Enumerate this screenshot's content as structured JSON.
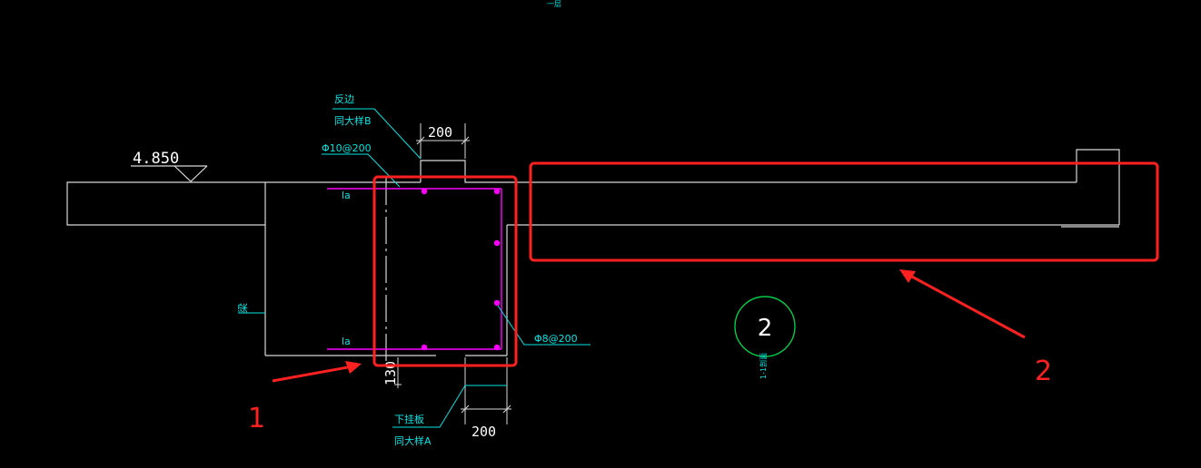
{
  "drawing": {
    "top_note": "一层",
    "elevation": "4.850",
    "dim_top": "200",
    "dim_bottom": "200",
    "dim_side": "130",
    "lap_top": "la",
    "lap_bottom": "la",
    "note_fanbian": "反边",
    "note_tong_b": "同大样B",
    "note_rebar_top": "Φ10@200",
    "note_rebar_right": "Φ8@200",
    "note_beam": "梁",
    "note_xiaguaban": "下挂板",
    "note_tong_a": "同大样A",
    "bubble_number": "2",
    "bubble_sub": "1-1剖面",
    "callout_1": "1",
    "callout_2": "2"
  },
  "colors": {
    "background": "#000000",
    "geometry": "#d8d8d8",
    "annotation": "#00e5e5",
    "rebar": "#ff00ff",
    "highlight": "#ff2020",
    "bubble": "#00cc44"
  }
}
